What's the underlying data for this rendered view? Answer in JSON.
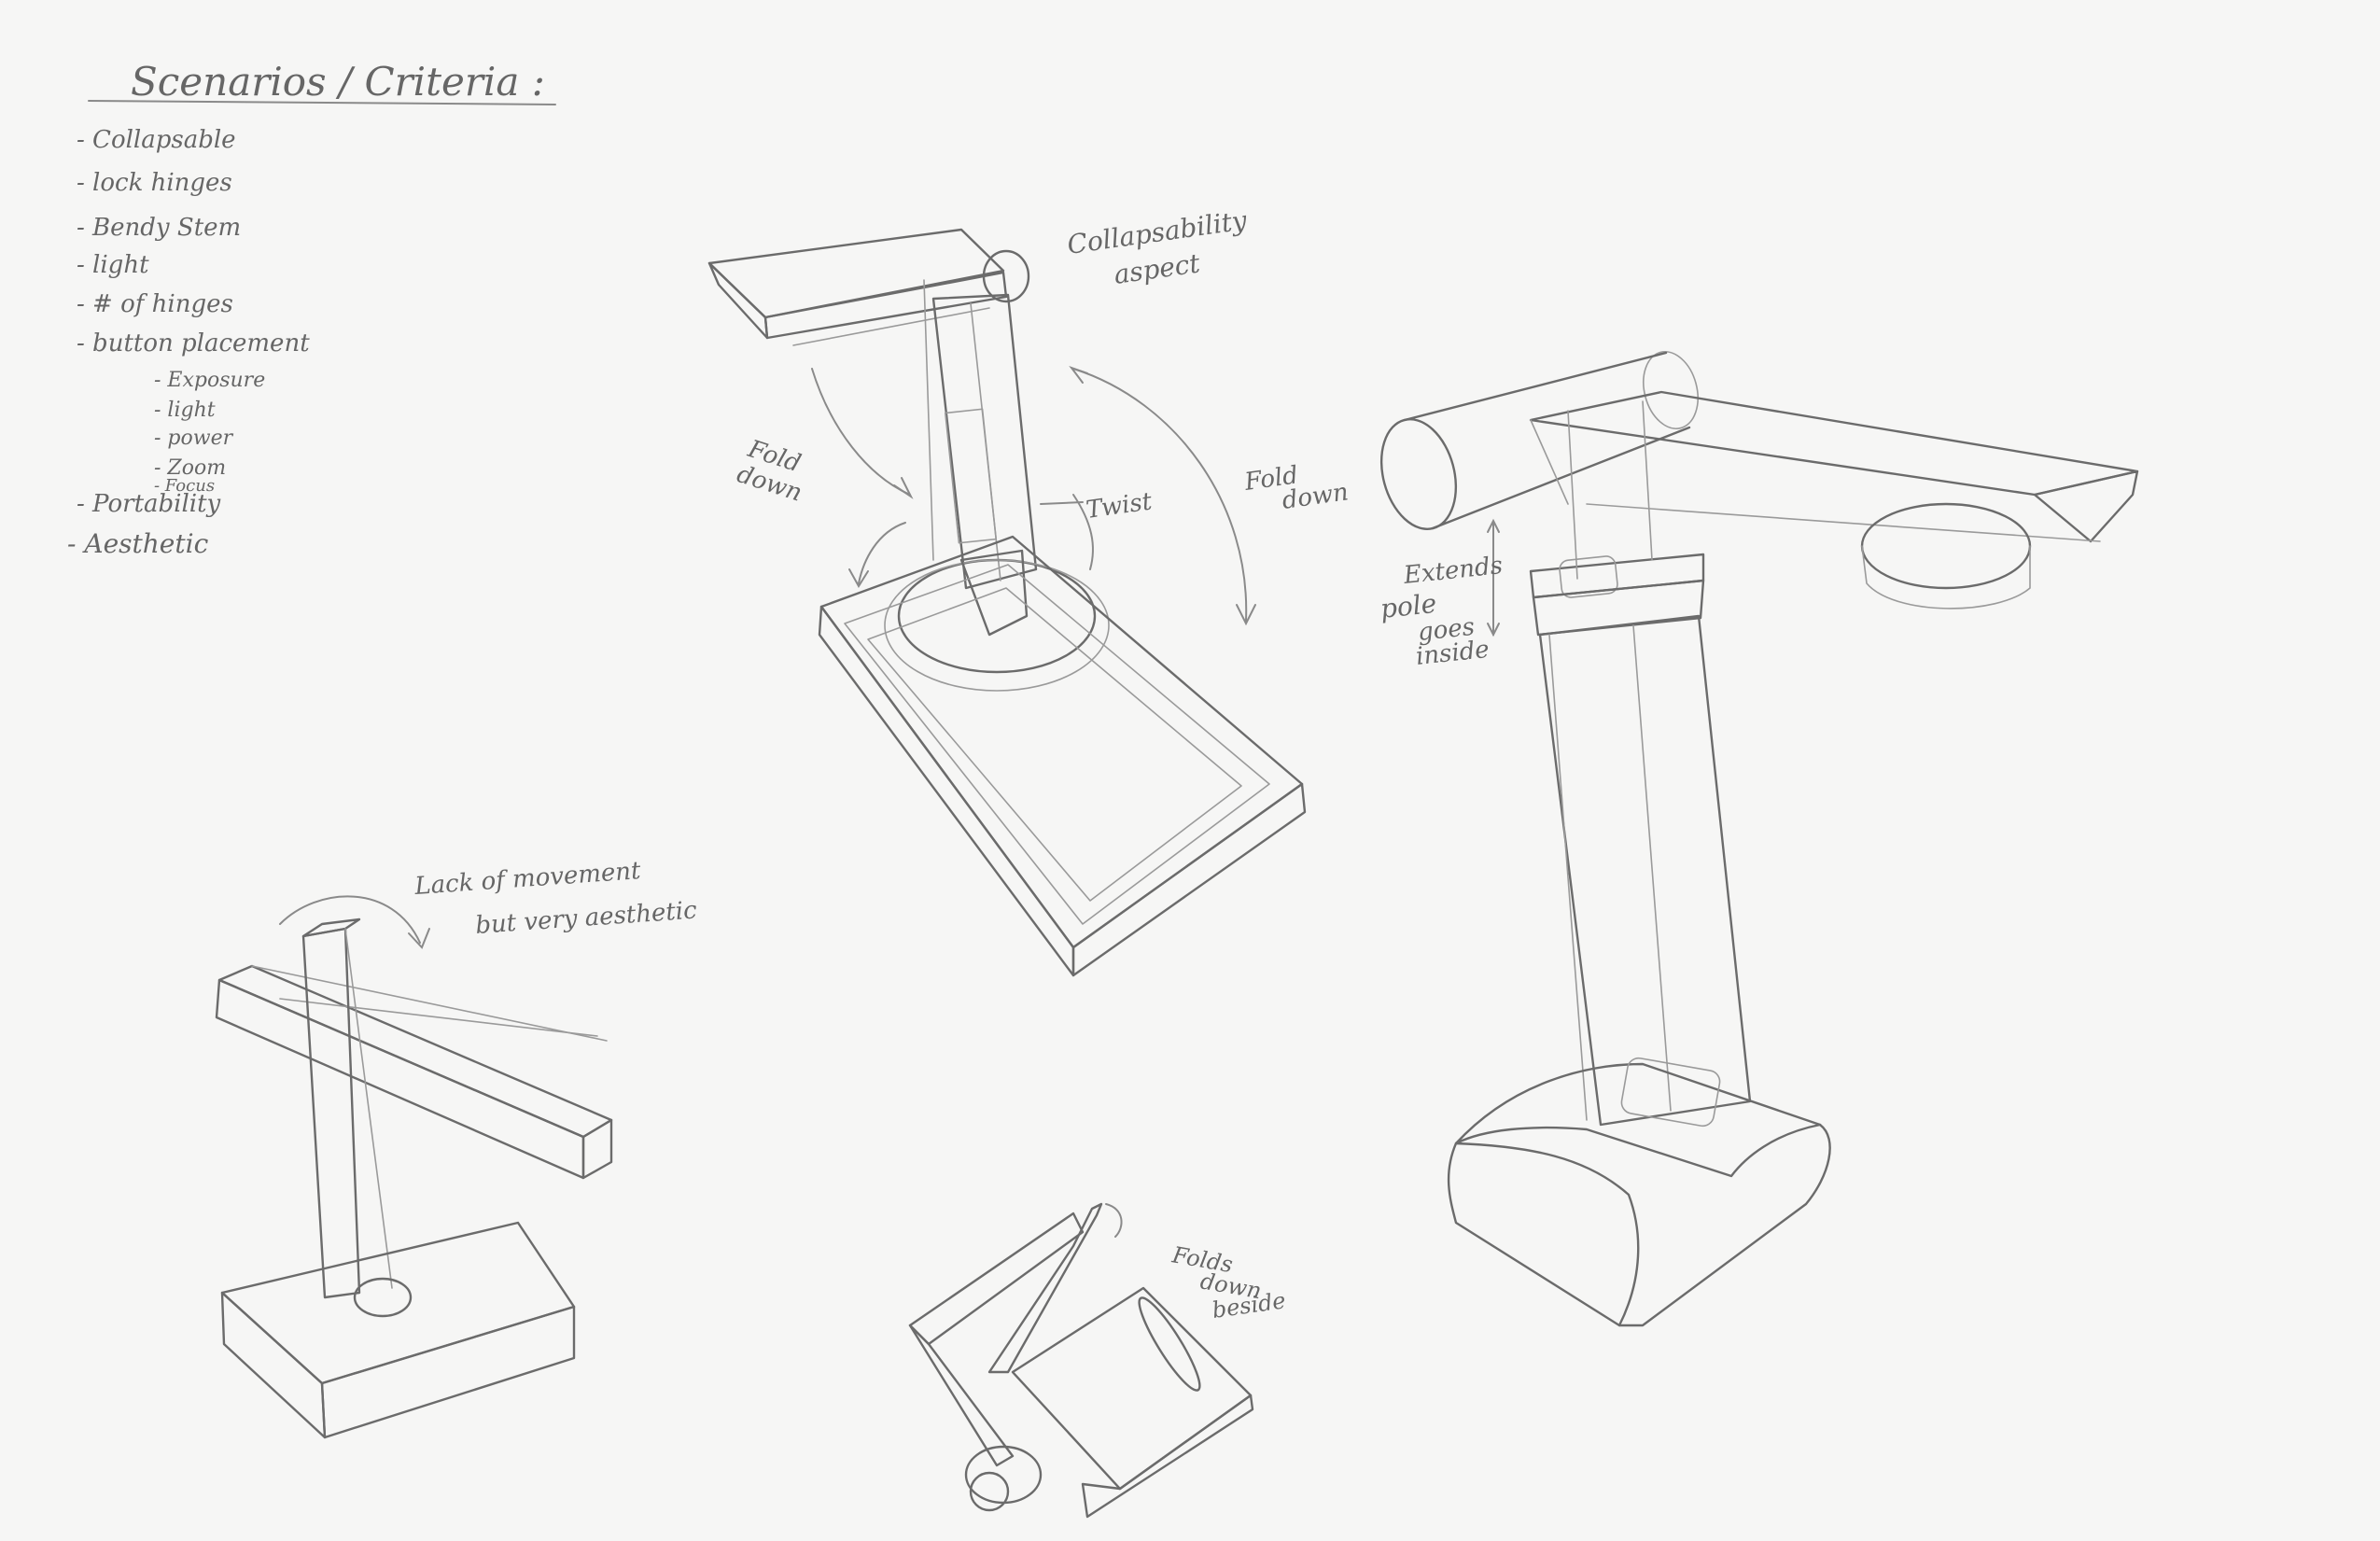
{
  "criteria": {
    "title": "Scenarios / Criteria :",
    "items": [
      "- Collapsable",
      "- lock hinges",
      "- Bendy Stem",
      "- light",
      "- # of hinges",
      "- button placement"
    ],
    "sub_items": [
      "- Exposure",
      "- light",
      "- power",
      "- Zoom",
      "- Focus"
    ],
    "items_after": [
      "- Portability",
      "- Aesthetic"
    ]
  },
  "annotations": {
    "collapsability_1": "Collapsability",
    "collapsability_2": "aspect",
    "fold_down_left_1": "Fold",
    "fold_down_left_2": "down",
    "twist": "Twist",
    "fold_down_right_1": "Fold",
    "fold_down_right_2": "down",
    "extends_1": "Extends",
    "extends_2": "pole",
    "extends_3": "goes",
    "extends_4": "inside",
    "lack_1": "Lack of movement",
    "lack_2": "but very aesthetic",
    "folds_1": "Folds",
    "folds_2": "down",
    "folds_3": "beside"
  }
}
